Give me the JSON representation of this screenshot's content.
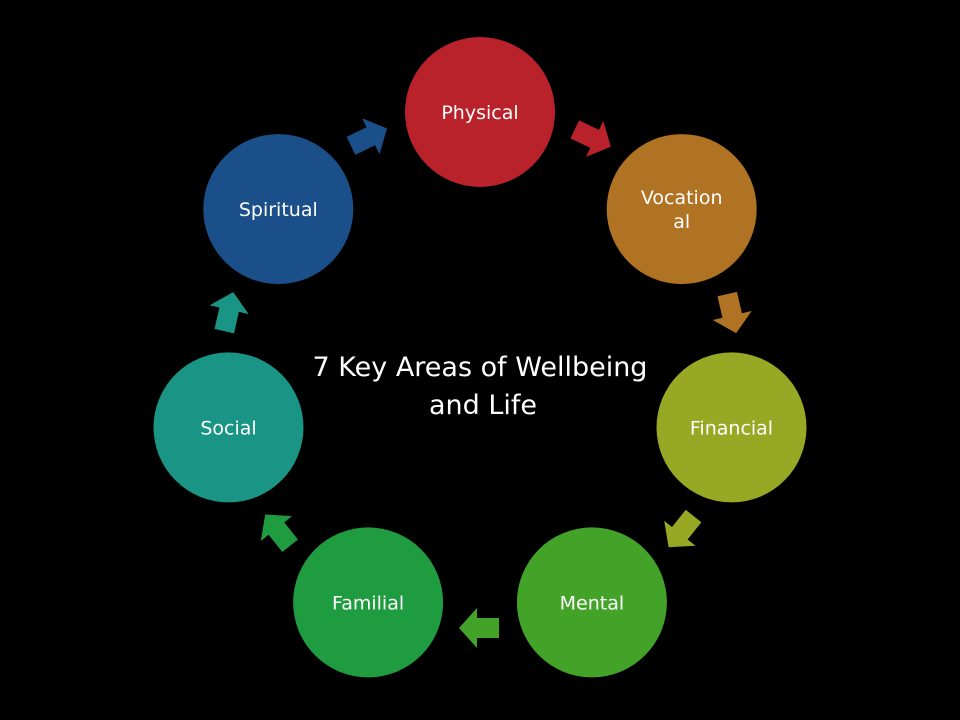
{
  "title": {
    "line1": "7 Key Areas of Wellbeing",
    "line2": "and Life"
  },
  "nodes": [
    {
      "id": "physical",
      "lines": [
        "Physical"
      ],
      "color": "#b9222a"
    },
    {
      "id": "vocational",
      "lines": [
        "Vocation",
        "al"
      ],
      "color": "#b07223"
    },
    {
      "id": "financial",
      "lines": [
        "Financial"
      ],
      "color": "#97a825"
    },
    {
      "id": "mental",
      "lines": [
        "Mental"
      ],
      "color": "#43a329"
    },
    {
      "id": "familial",
      "lines": [
        "Familial"
      ],
      "color": "#1f9b40"
    },
    {
      "id": "social",
      "lines": [
        "Social"
      ],
      "color": "#1a9585"
    },
    {
      "id": "spiritual",
      "lines": [
        "Spiritual"
      ],
      "color": "#1a4f8a"
    }
  ],
  "arrow_colors": [
    "#b9222a",
    "#b07223",
    "#97a825",
    "#43a329",
    "#1f9b40",
    "#1a9585",
    "#1a4f8a"
  ],
  "background_color": "#000000"
}
